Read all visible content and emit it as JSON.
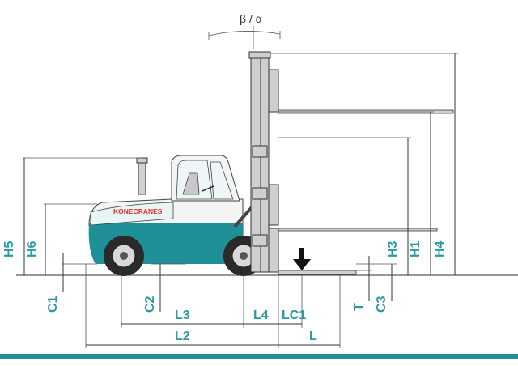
{
  "diagram": {
    "brand_text": "KONECRANES",
    "labels": {
      "tilt": "β / α",
      "H1": "H1",
      "H3": "H3",
      "H4": "H4",
      "H5": "H5",
      "H6": "H6",
      "C1": "C1",
      "C2": "C2",
      "C3": "C3",
      "T": "T",
      "L": "L",
      "L2": "L2",
      "L3": "L3",
      "L4": "L4",
      "LC1": "LC1"
    },
    "colors": {
      "accent": "#1f8f98",
      "label": "#2a9aa3",
      "footer_bar": "#1f8f98",
      "brand": "#e0312b"
    }
  }
}
